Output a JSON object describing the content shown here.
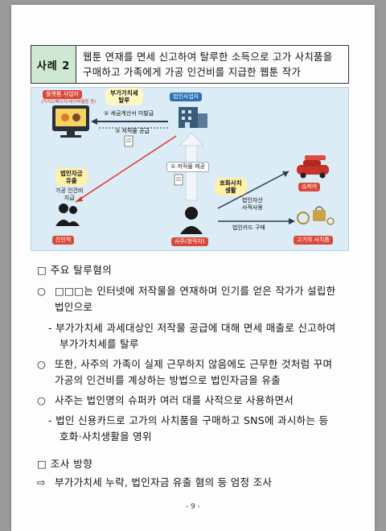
{
  "case": {
    "label": "사례 2",
    "title_line1": "웹툰 연재를 면세 신고하여 탈루한 소득으로 고가 사치품을",
    "title_line2": "구매하고 가족에게 가공 인건비를 지급한 웹툰 작가"
  },
  "diagram": {
    "platform": "플랫폼 사업자",
    "platform_sub": "(카카오페이지/네이버웹툰 등)",
    "corporation": "법인사업자",
    "vat_pill_1": "부가가치세",
    "vat_pill_2": "탈루",
    "invoice_label": "② 세금계산서 미발급",
    "supply_label": "③ 저작물 공급",
    "provide_label": "① 저작물 제공",
    "outflow_pill_1": "법인자금",
    "outflow_pill_2": "유출",
    "fake_wage_1": "가공 인건비",
    "fake_wage_2": "지급",
    "luxury_pill_1": "호화사치",
    "luxury_pill_2": "생활",
    "asset_use_1": "법인자산",
    "asset_use_2": "사적사용",
    "card_purchase": "법인카드 구매",
    "relatives": "친인척",
    "owner": "사주(창작자)",
    "supercar": "슈퍼카",
    "luxury_goods": "고가의 사치품"
  },
  "section1": {
    "heading": "□ 주요 탈루혐의",
    "item1_mark": "○",
    "item1_line1": "□□□는 인터넷에 저작물을 연재하며 인기를 얻은 작가가 설립한",
    "item1_line2": "법인으로",
    "sub1_line1": "- 부가가치세 과세대상인 저작물 공급에 대해 면세 매출로 신고하여",
    "sub1_line2": "부가가치세를 탈루",
    "item2_mark": "○",
    "item2_line1": "또한, 사주의 가족이 실제 근무하지 않음에도 근무한 것처럼 꾸며",
    "item2_line2": "가공의 인건비를 계상하는 방법으로 법인자금을 유출",
    "item3_mark": "○",
    "item3_line1": "사주는 법인명의 슈퍼카 여러 대를 사적으로 사용하면서",
    "sub2_line1": "- 법인 신용카드로 고가의 사치품을 구매하고 SNS에 과시하는 등",
    "sub2_line2": "호화·사치생활을 영위"
  },
  "section2": {
    "heading": "□ 조사 방향",
    "item_mark": "⇨",
    "item_text": "부가가치세 누락, 법인자금 유출 혐의 등 엄정 조사"
  },
  "page_number": "- 9 -"
}
